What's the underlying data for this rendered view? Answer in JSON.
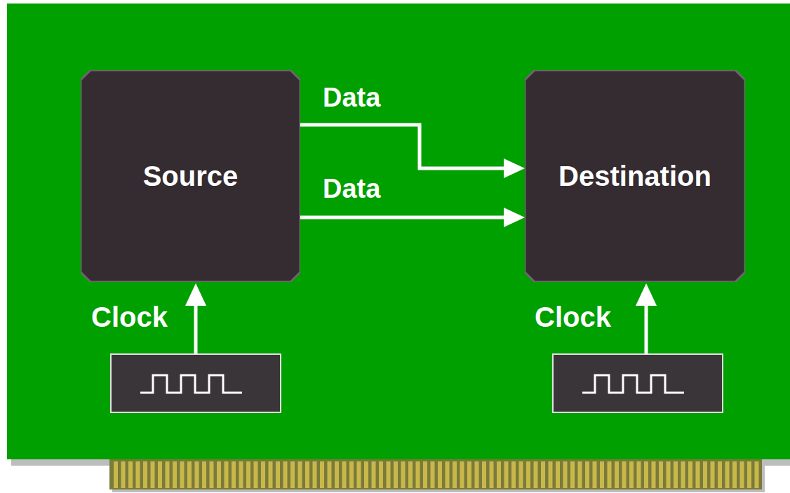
{
  "diagram": {
    "nodes": [
      {
        "text": [
          "Source"
        ]
      },
      {
        "text": [
          "Destination"
        ]
      }
    ],
    "edges": [
      {
        "from": 0,
        "to": 1,
        "arrow": "to",
        "label": "Data"
      },
      {
        "from": 0,
        "to": 1,
        "arrow": "to",
        "label": "Data"
      }
    ],
    "labels": [
      "Clock",
      "Clock"
    ]
  }
}
